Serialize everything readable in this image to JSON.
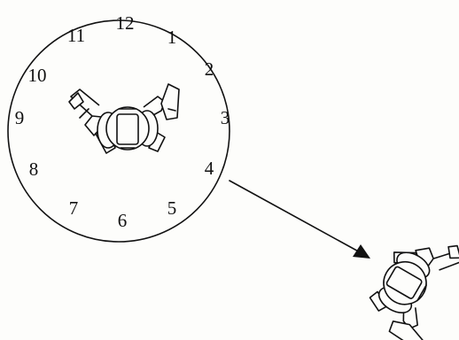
{
  "clock": {
    "numbers": [
      "12",
      "1",
      "2",
      "3",
      "4",
      "5",
      "6",
      "7",
      "8",
      "9",
      "10",
      "11"
    ]
  },
  "arrow": {
    "from_hour": "4"
  },
  "colors": {
    "ink": "#111111",
    "paper": "#fdfdfb"
  },
  "icons": {
    "robot_in_clock": "robot-top-view-icon",
    "robot_outside": "robot-top-view-icon"
  }
}
